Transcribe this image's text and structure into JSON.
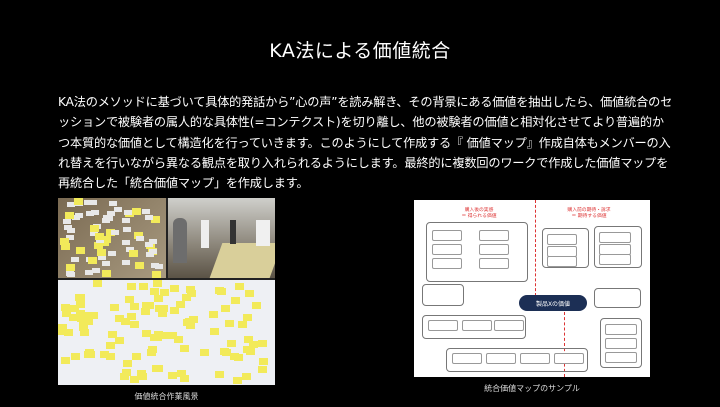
{
  "slide": {
    "title": "KA法による価値統合",
    "body": "KA法のメソッドに基づいて具体的発話から”心の声”を読み解き、その背景にある価値を抽出したら、価値統合のセッションで被験者の属人的な具体性(=コンテクスト)を切り離し、他の被験者の価値と相対化させてより普遍的かつ本質的な価値として構造化を行っていきます。このようにして作成する『 価値マップ』作成自体もメンバーの入れ替えを行いながら異なる観点を取り入れられるようにします。最終的に複数回のワークで作成した価値マップを再統合した「統合価値マップ」を作成します。"
  },
  "left_figure": {
    "caption": "価値統合作業風景"
  },
  "right_figure": {
    "caption": "統合価値マップのサンプル",
    "header_left": "購入後の実感\n＝ 得られる価値",
    "header_right": "購入前の期待・訴求\n＝ 期待する価値",
    "center_node": "製品Xの価値"
  },
  "colors": {
    "background": "#000000",
    "node": "#1c2f55",
    "accent": "#dd3333"
  }
}
